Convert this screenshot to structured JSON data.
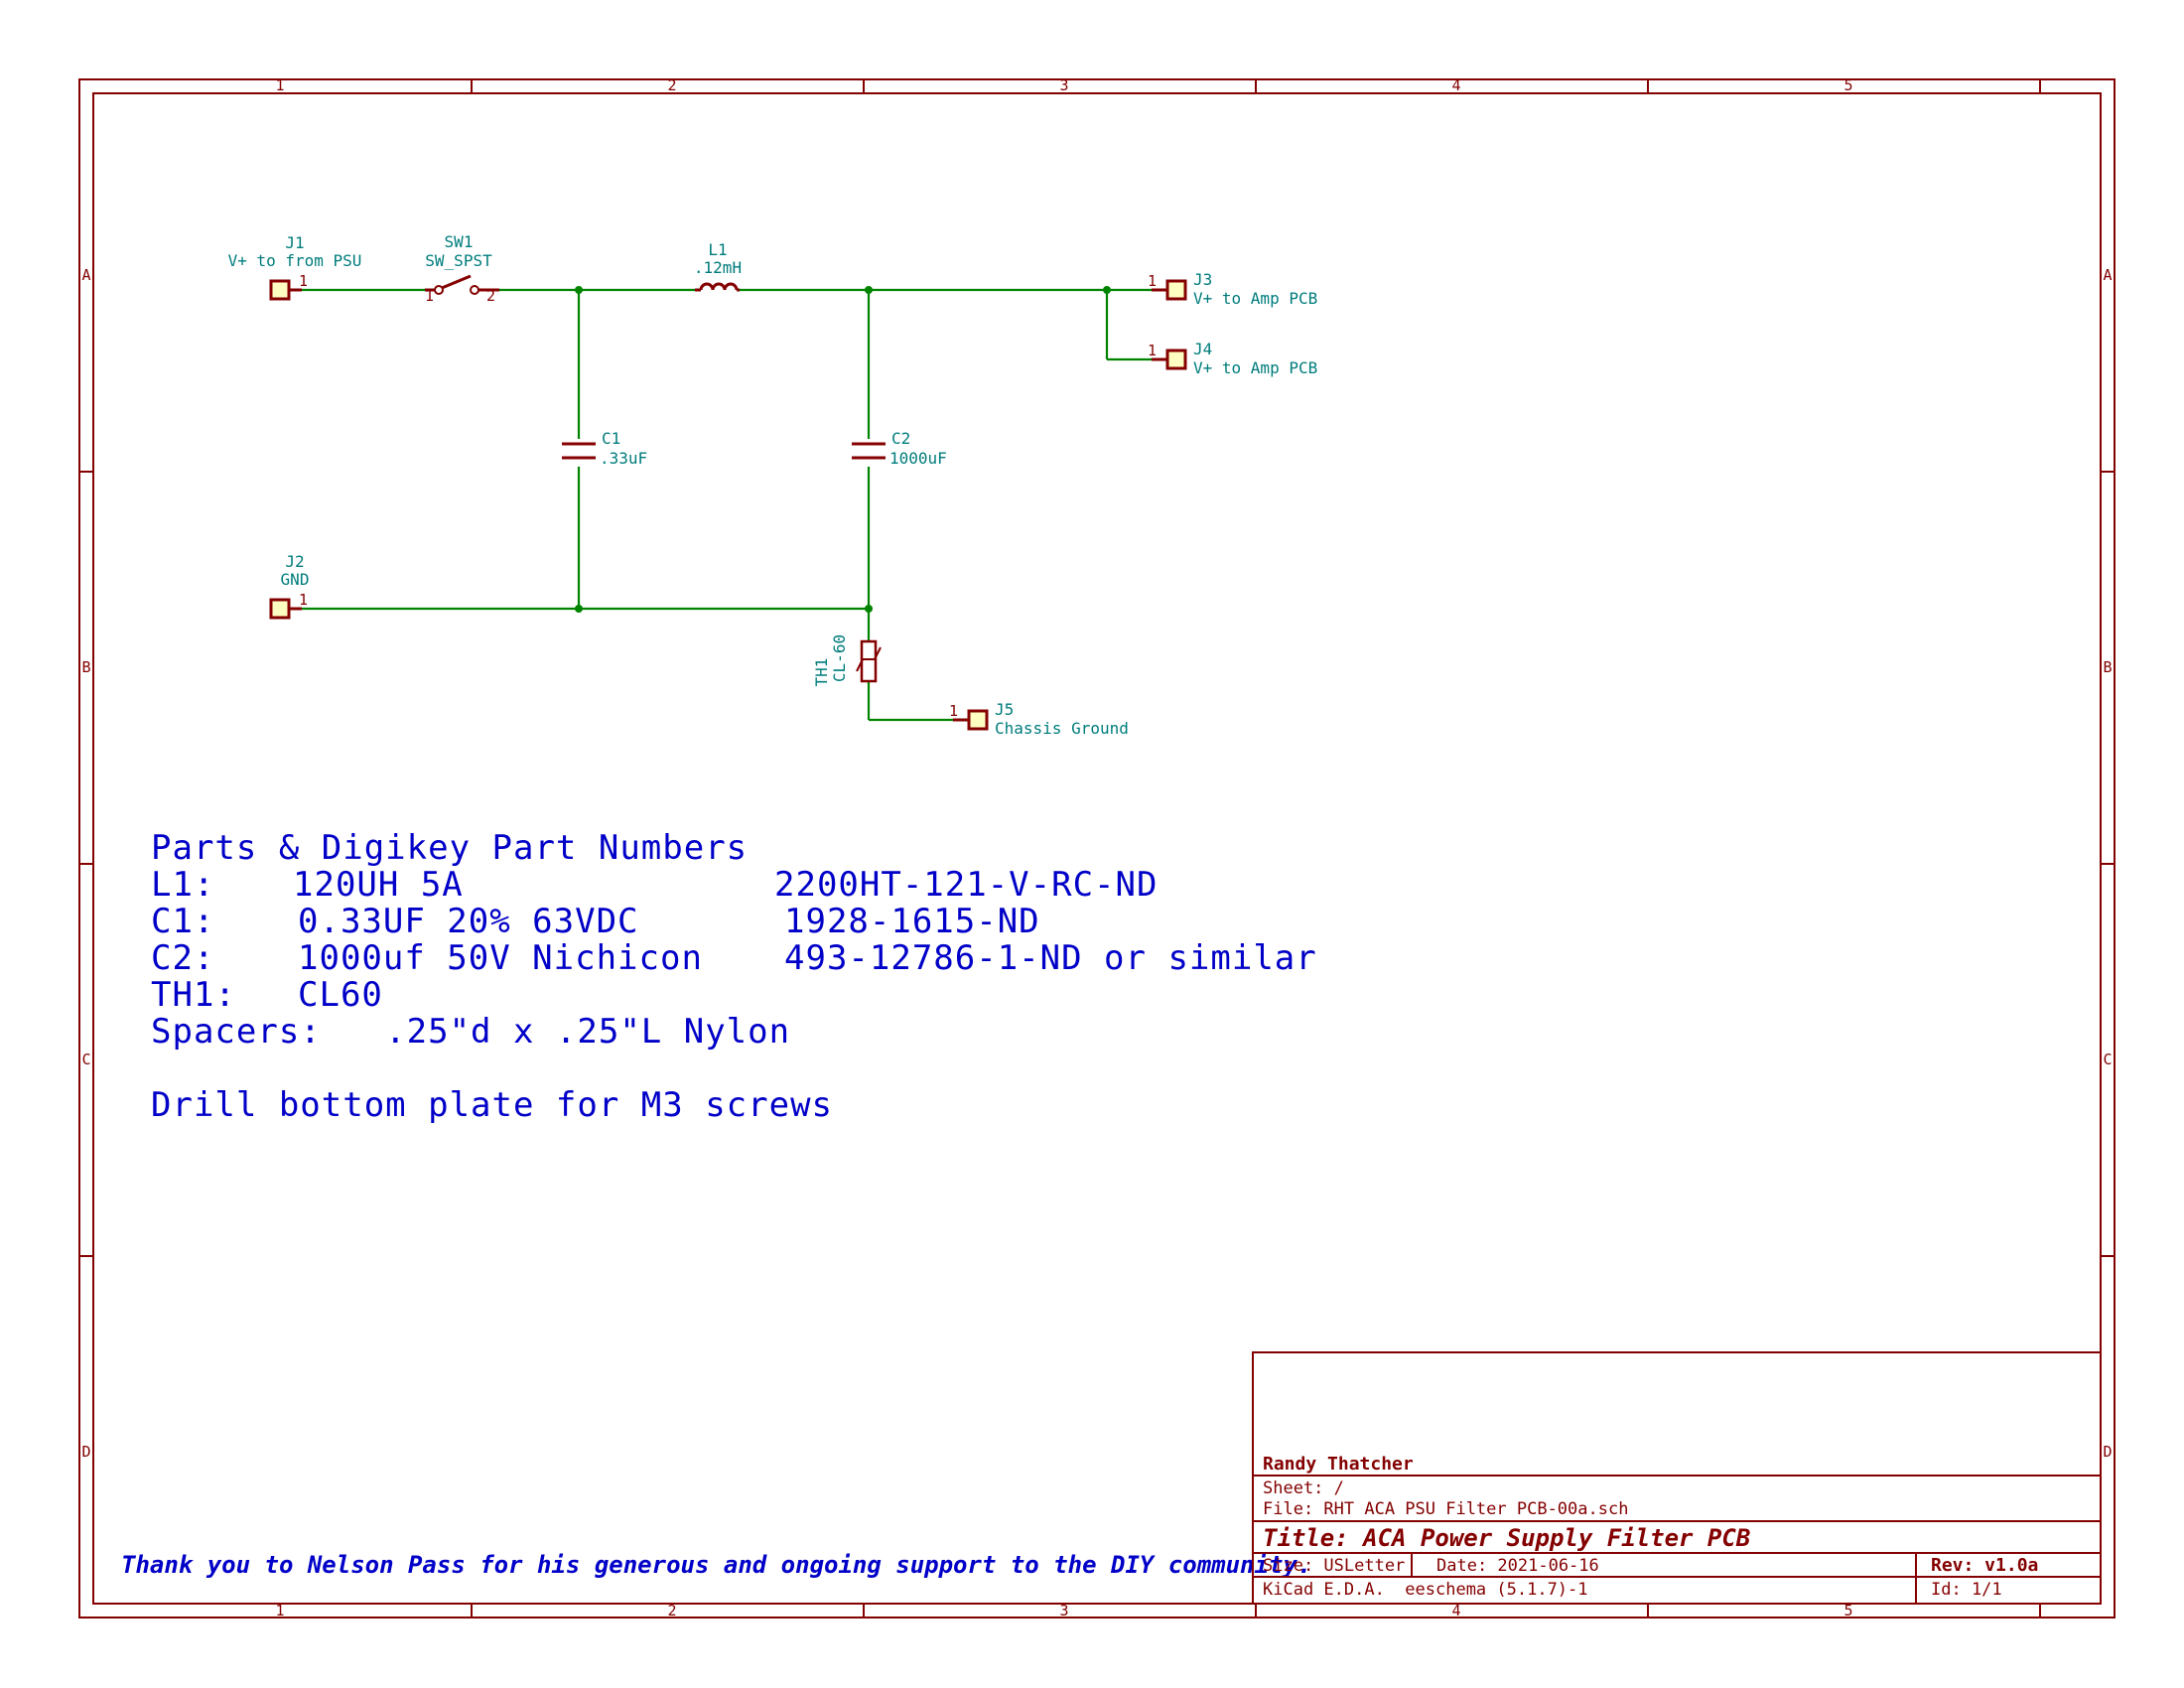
{
  "border": {
    "columns": [
      "1",
      "2",
      "3",
      "4",
      "5"
    ],
    "rows": [
      "A",
      "B",
      "C",
      "D"
    ]
  },
  "components": {
    "J1": {
      "ref": "J1",
      "value": "V+ to from PSU",
      "pin": "1"
    },
    "SW1": {
      "ref": "SW1",
      "value": "SW_SPST",
      "pin1": "1",
      "pin2": "2"
    },
    "L1": {
      "ref": "L1",
      "value": ".12mH"
    },
    "J3": {
      "ref": "J3",
      "value": "V+ to Amp PCB",
      "pin": "1"
    },
    "J4": {
      "ref": "J4",
      "value": "V+ to Amp PCB",
      "pin": "1"
    },
    "C1": {
      "ref": "C1",
      "value": ".33uF"
    },
    "C2": {
      "ref": "C2",
      "value": "1000uF"
    },
    "J2": {
      "ref": "J2",
      "value": "GND",
      "pin": "1"
    },
    "TH1": {
      "ref": "TH1",
      "value": "CL-60"
    },
    "J5": {
      "ref": "J5",
      "value": "Chassis Ground",
      "pin": "1"
    }
  },
  "notes": {
    "heading": "Parts & Digikey Part Numbers",
    "rows": [
      {
        "part": "L1:",
        "desc": "120UH 5A",
        "pn": "2200HT-121-V-RC-ND"
      },
      {
        "part": "C1:",
        "desc": "0.33UF 20% 63VDC",
        "pn": "1928-1615-ND"
      },
      {
        "part": "C2:",
        "desc": "1000uf 50V Nichicon",
        "pn": "493-12786-1-ND or similar"
      },
      {
        "part": "TH1:",
        "desc": "CL60",
        "pn": ""
      }
    ],
    "spacers": "Spacers:   .25\"d x .25\"L Nylon",
    "drill": "Drill bottom plate for M3 screws"
  },
  "thanks": "Thank you to Nelson Pass for his generous and ongoing support to the DIY community.",
  "title_block": {
    "company": "Randy Thatcher",
    "sheet": "Sheet: /",
    "file": "File: RHT ACA PSU Filter PCB-00a.sch",
    "title": "Title: ACA Power Supply Filter PCB",
    "size": "Size: USLetter",
    "date": "Date: 2021-06-16",
    "rev": "Rev: v1.0a",
    "tool": "KiCad E.D.A.  eeschema (5.1.7)-1",
    "id": "Id: 1/1"
  },
  "colors": {
    "wire": "#008400",
    "component": "#840000",
    "label": "#007c7c",
    "notes": "#0000c8"
  }
}
